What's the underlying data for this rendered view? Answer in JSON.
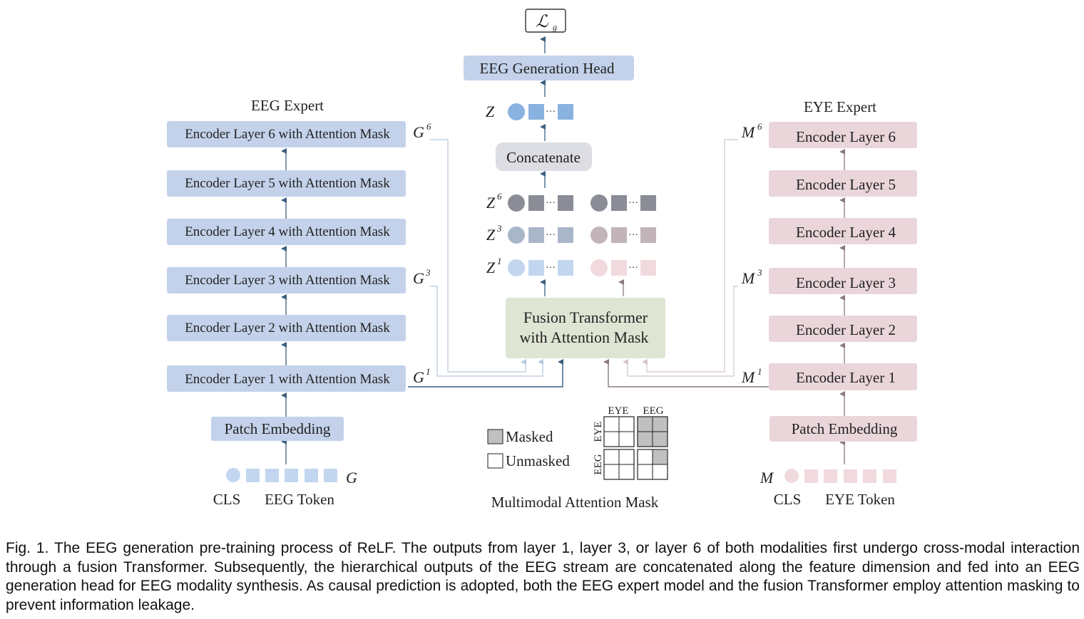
{
  "loss": {
    "symbol": "ℒ",
    "sub": "g"
  },
  "head": "EEG Generation Head",
  "concat": "Concatenate",
  "fusion": {
    "line1": "Fusion Transformer",
    "line2": "with Attention Mask"
  },
  "eeg": {
    "title": "EEG Expert",
    "layers": [
      "Encoder Layer 6 with Attention Mask",
      "Encoder Layer 5 with Attention Mask",
      "Encoder Layer 4 with Attention Mask",
      "Encoder Layer 3 with Attention Mask",
      "Encoder Layer 2 with Attention Mask",
      "Encoder Layer 1 with Attention Mask"
    ],
    "patch": "Patch Embedding",
    "cls": "CLS",
    "token": "EEG Token",
    "input": "G",
    "outputs": [
      {
        "base": "G",
        "sup": "6"
      },
      {
        "base": "G",
        "sup": "3"
      },
      {
        "base": "G",
        "sup": "1"
      }
    ]
  },
  "eye": {
    "title": "EYE Expert",
    "layers": [
      "Encoder Layer 6",
      "Encoder Layer 5",
      "Encoder Layer 4",
      "Encoder Layer 3",
      "Encoder Layer 2",
      "Encoder Layer 1"
    ],
    "patch": "Patch Embedding",
    "cls": "CLS",
    "token": "EYE Token",
    "input": "M",
    "outputs": [
      {
        "base": "M",
        "sup": "6"
      },
      {
        "base": "M",
        "sup": "3"
      },
      {
        "base": "M",
        "sup": "1"
      }
    ]
  },
  "z_labels": {
    "z": "Z",
    "z6": "6",
    "z3": "3",
    "z1": "1"
  },
  "mask": {
    "legend_masked": "Masked",
    "legend_unmasked": "Unmasked",
    "col_eye": "EYE",
    "col_eeg": "EEG",
    "row_eye": "EYE",
    "row_eeg": "EEG",
    "title": "Multimodal Attention Mask"
  },
  "colors": {
    "eeg_box": "#c3d2ea",
    "eye_box": "#ead6da",
    "fusion_box": "#dfe5d3",
    "concat_box": "#dddde4",
    "dark_token": "#8a8c96",
    "mid_eeg_token": "#a9b5c9",
    "mid_eye_token": "#c2b4b8",
    "light_eeg_token": "#c3d6f0",
    "light_eye_token": "#f1dadd",
    "z_token": "#8ab2e0",
    "arrow_eeg": "#3a5f80",
    "arrow_eye": "#8a7a80"
  },
  "caption": "Fig. 1. The EEG generation pre-training process of ReLF. The outputs from layer 1, layer 3, or layer 6 of both modalities first undergo cross-modal interaction through a fusion Transformer. Subsequently, the hierarchical outputs of the EEG stream are concatenated along the feature dimension and fed into an EEG generation head for EEG modality synthesis. As causal prediction is adopted, both the EEG expert model and the fusion Transformer employ attention masking to prevent information leakage."
}
